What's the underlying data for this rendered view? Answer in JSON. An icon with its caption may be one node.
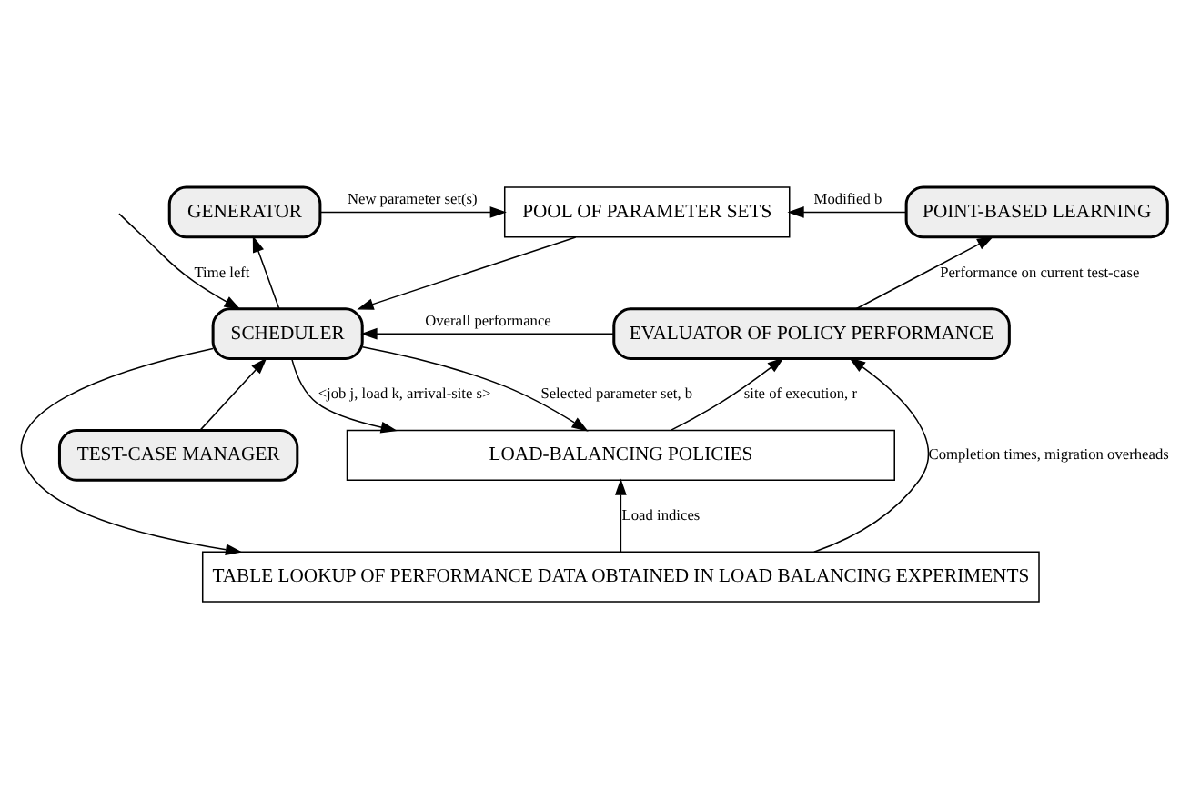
{
  "diagram": {
    "nodes": [
      {
        "text": [
          "GENERATOR"
        ]
      },
      {
        "text": [
          "POOL OF PARAMETER SETS"
        ]
      },
      {
        "text": [
          "POINT-BASED LEARNING"
        ]
      },
      {
        "text": [
          "SCHEDULER"
        ]
      },
      {
        "text": [
          "EVALUATOR OF POLICY PERFORMANCE"
        ]
      },
      {
        "text": [
          "TEST-CASE MANAGER"
        ]
      },
      {
        "text": [
          "LOAD-BALANCING POLICIES"
        ]
      },
      {
        "text": [
          "TABLE LOOKUP OF PERFORMANCE DATA OBTAINED IN LOAD BALANCING EXPERIMENTS"
        ]
      }
    ],
    "edges": [
      {
        "from": 0,
        "to": 1,
        "arrow": "to",
        "label": "New parameter set(s)"
      },
      {
        "from": 2,
        "to": 1,
        "arrow": "to",
        "label": "Modified b"
      },
      {
        "from": null,
        "to": 3,
        "arrow": "to",
        "label": "Time left"
      },
      {
        "from": 3,
        "to": 0,
        "arrow": "to"
      },
      {
        "from": 1,
        "to": 3,
        "arrow": "to"
      },
      {
        "from": 4,
        "to": 3,
        "arrow": "to",
        "label": "Overall performance"
      },
      {
        "from": 5,
        "to": 3,
        "arrow": "to"
      },
      {
        "from": 4,
        "to": 2,
        "arrow": "to",
        "label": "Performance on current test-case"
      },
      {
        "from": 3,
        "to": 6,
        "arrow": "to",
        "label": "Selected parameter set, b"
      },
      {
        "from": 3,
        "to": 6,
        "arrow": "to",
        "label": "<job j, load k, arrival-site s>"
      },
      {
        "from": 3,
        "to": 7,
        "arrow": "to"
      },
      {
        "from": 7,
        "to": 6,
        "arrow": "to",
        "label": "Load indices"
      },
      {
        "from": 6,
        "to": 4,
        "arrow": "to",
        "label": "site of execution, r"
      },
      {
        "from": 7,
        "to": 4,
        "arrow": "to",
        "label": "Completion times, migration overheads"
      }
    ]
  }
}
